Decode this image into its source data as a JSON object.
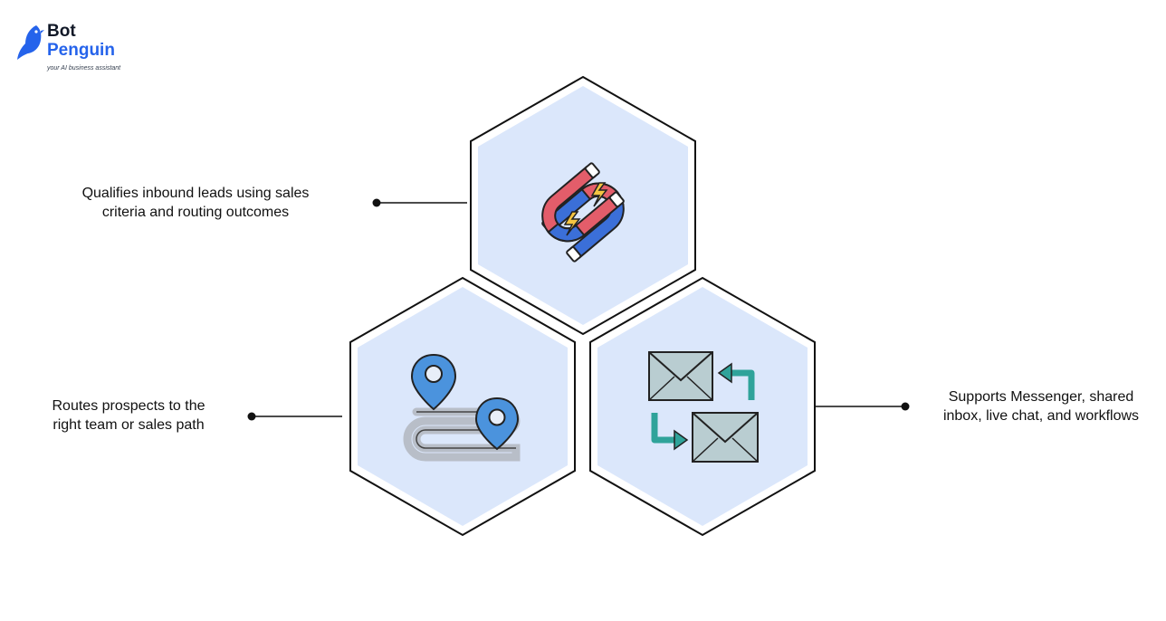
{
  "brand": {
    "name_line1": "Bot",
    "name_line2": "Penguin",
    "tagline": "your AI business assistant",
    "icon": "penguin-logo-icon",
    "colors": {
      "accent": "#2563eb",
      "dark": "#111827"
    }
  },
  "diagram": {
    "hexagon_fill": "#dbe7fb",
    "hexagon_stroke": "#111111",
    "items": [
      {
        "id": "lead-qualification",
        "icon": "magnet-icon",
        "text_lines": [
          "Qualifies inbound leads using sales",
          "criteria and routing outcomes"
        ]
      },
      {
        "id": "routing",
        "icon": "route-pins-icon",
        "text_lines": [
          "Routes prospects to the",
          "right team or sales path"
        ]
      },
      {
        "id": "channels",
        "icon": "envelopes-exchange-icon",
        "text_lines": [
          "Supports Messenger, shared",
          "inbox, live chat, and workflows"
        ]
      }
    ]
  }
}
